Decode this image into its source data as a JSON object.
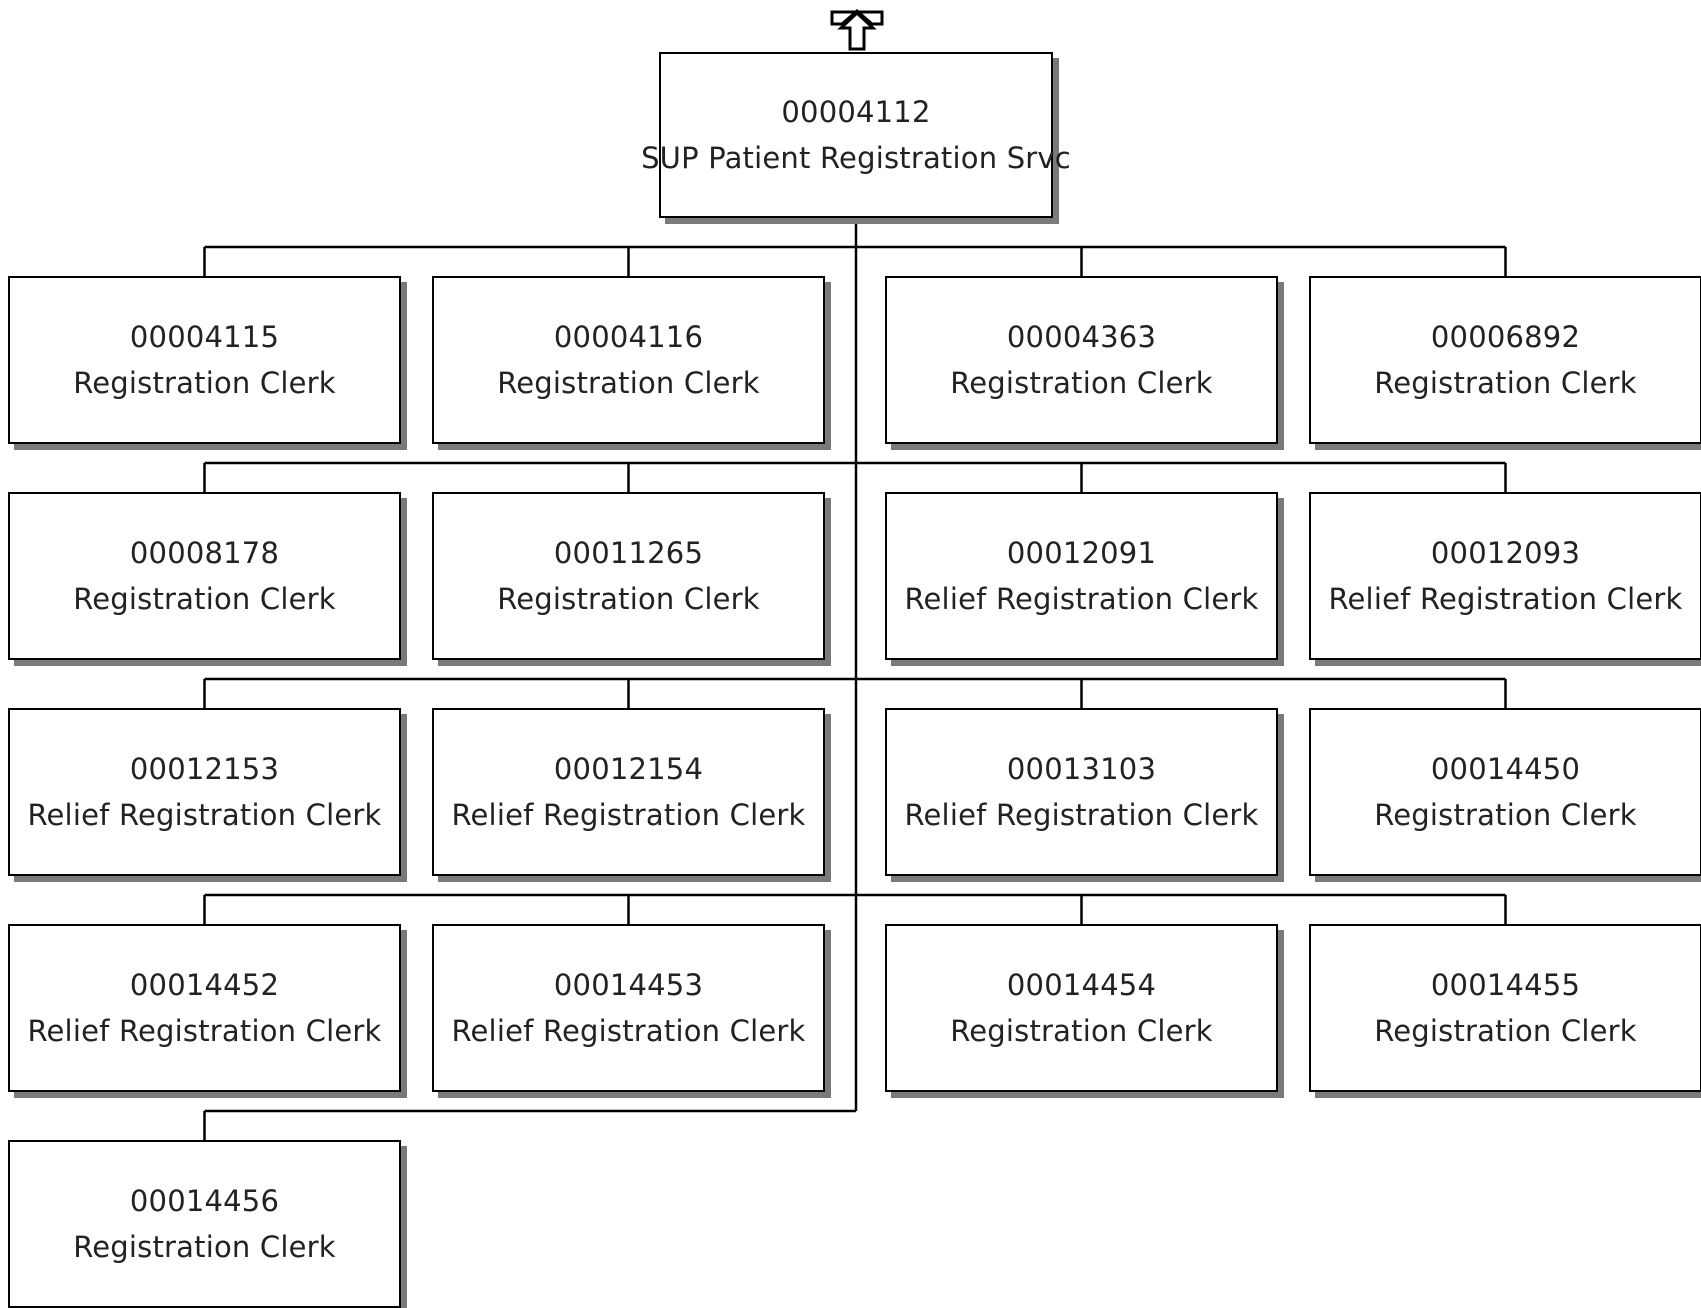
{
  "root": {
    "code": "00004112",
    "title": "SUP Patient Registration Srvc"
  },
  "navigation": {
    "up_icon": "up-arrow-icon"
  },
  "children": [
    {
      "code": "00004115",
      "title": "Registration Clerk"
    },
    {
      "code": "00004116",
      "title": "Registration Clerk"
    },
    {
      "code": "00004363",
      "title": "Registration Clerk"
    },
    {
      "code": "00006892",
      "title": "Registration Clerk"
    },
    {
      "code": "00008178",
      "title": "Registration Clerk"
    },
    {
      "code": "00011265",
      "title": "Registration Clerk"
    },
    {
      "code": "00012091",
      "title": "Relief Registration Clerk"
    },
    {
      "code": "00012093",
      "title": "Relief Registration Clerk"
    },
    {
      "code": "00012153",
      "title": "Relief Registration Clerk"
    },
    {
      "code": "00012154",
      "title": "Relief Registration Clerk"
    },
    {
      "code": "00013103",
      "title": "Relief Registration Clerk"
    },
    {
      "code": "00014450",
      "title": "Registration Clerk"
    },
    {
      "code": "00014452",
      "title": "Relief Registration Clerk"
    },
    {
      "code": "00014453",
      "title": "Relief Registration Clerk"
    },
    {
      "code": "00014454",
      "title": "Registration Clerk"
    },
    {
      "code": "00014455",
      "title": "Registration Clerk"
    },
    {
      "code": "00014456",
      "title": "Registration Clerk"
    }
  ]
}
